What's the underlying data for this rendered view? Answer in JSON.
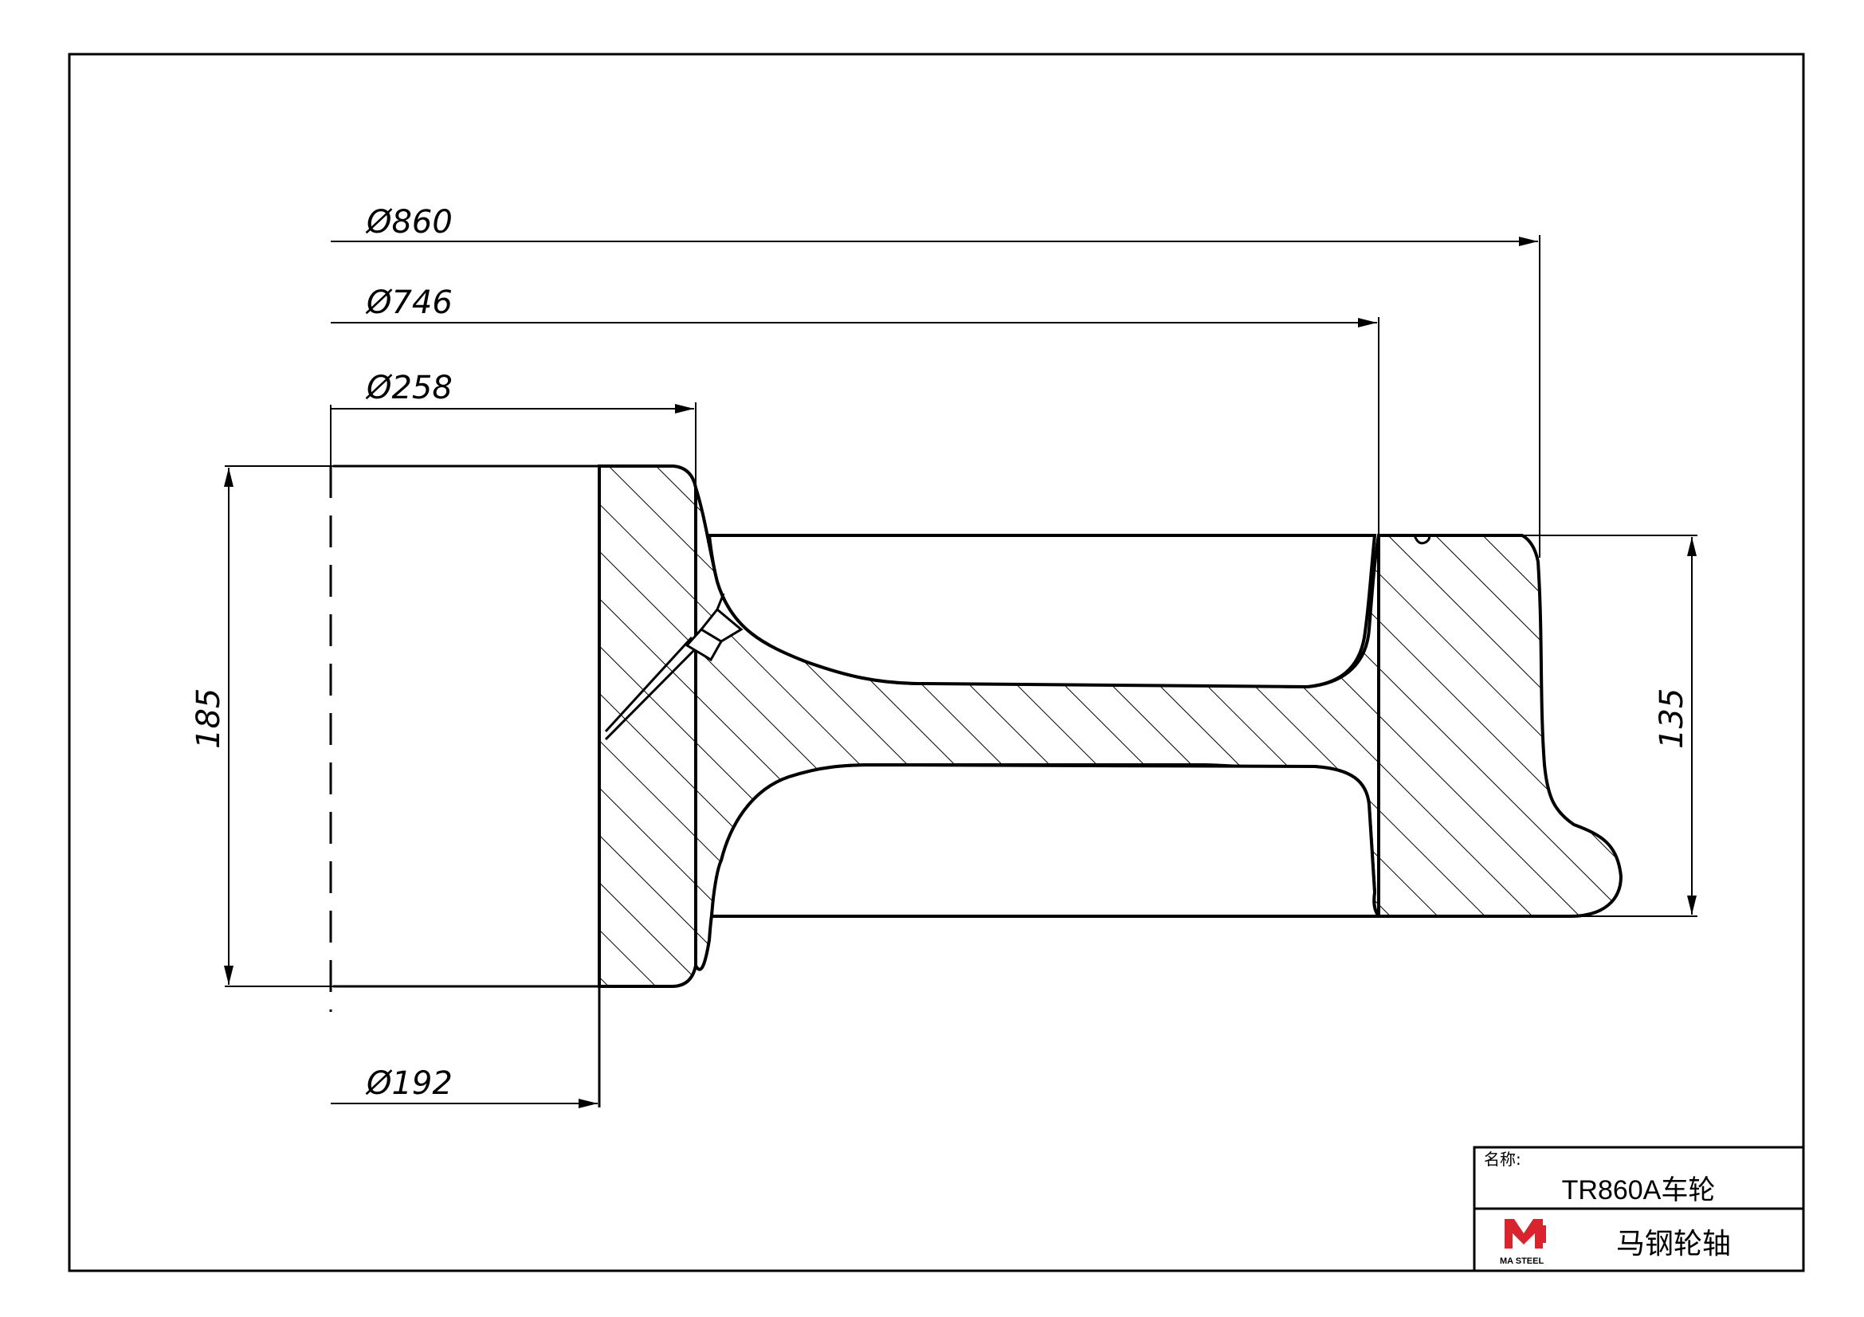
{
  "dimensions": {
    "outer_diameter": "Ø860",
    "tread_diameter": "Ø746",
    "hub_outer_diameter": "Ø258",
    "bore_diameter": "Ø192",
    "hub_length": "185",
    "rim_width": "135"
  },
  "title_block": {
    "name_label": "名称:",
    "part_name": "TR860A车轮",
    "company": "马钢轮轴",
    "logo_text": "MA STEEL"
  },
  "colors": {
    "ink": "#000000",
    "paper": "#ffffff",
    "logo_red": "#d9232d"
  }
}
